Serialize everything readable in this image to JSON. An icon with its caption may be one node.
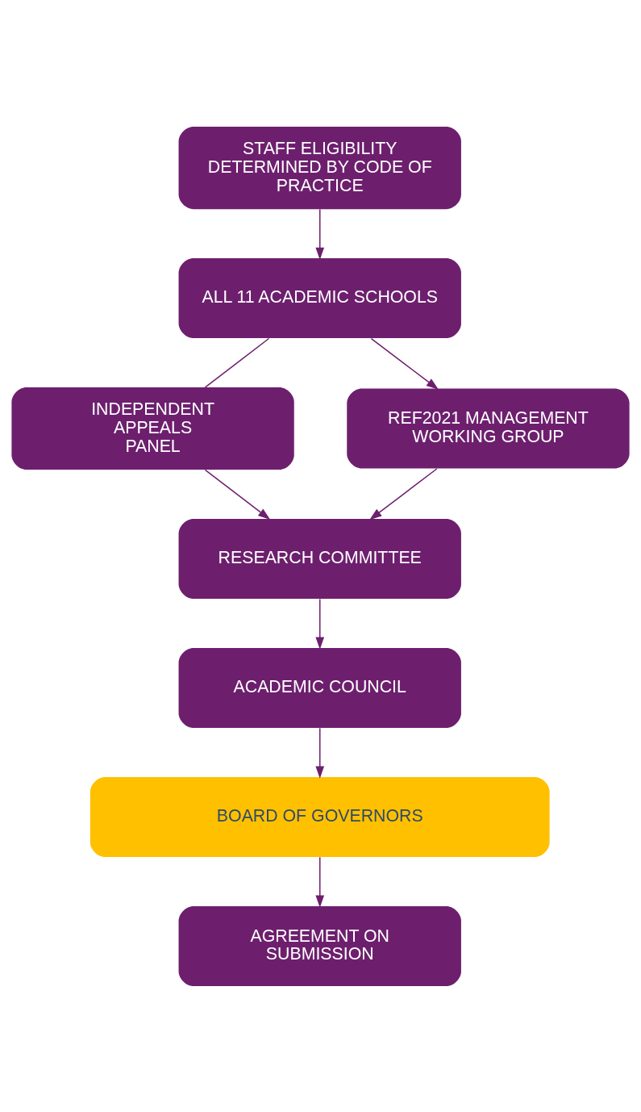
{
  "diagram": {
    "nodes": [
      {
        "text": [
          "STAFF ELIGIBILITY DETERMINED BY CODE OF PRACTICE"
        ]
      },
      {
        "text": [
          "ALL 11 ACADEMIC SCHOOLS"
        ]
      },
      {
        "text": [
          "INDEPENDENT APPEALS PANEL"
        ]
      },
      {
        "text": [
          "REF2021 MANAGEMENT WORKING GROUP"
        ]
      },
      {
        "text": [
          "RESEARCH COMMITTEE"
        ]
      },
      {
        "text": [
          "ACADEMIC COUNCIL"
        ]
      },
      {
        "text": [
          "BOARD OF GOVERNORS"
        ]
      },
      {
        "text": [
          "AGREEMENT ON SUBMISSION"
        ]
      }
    ],
    "edges": [
      {
        "from": 0,
        "to": 1,
        "arrow": "to"
      },
      {
        "from": 1,
        "to": 2,
        "arrow": "none"
      },
      {
        "from": 1,
        "to": 3,
        "arrow": "to"
      },
      {
        "from": 2,
        "to": 4,
        "arrow": "to"
      },
      {
        "from": 3,
        "to": 4,
        "arrow": "to"
      },
      {
        "from": 4,
        "to": 5,
        "arrow": "to"
      },
      {
        "from": 5,
        "to": 6,
        "arrow": "to"
      },
      {
        "from": 6,
        "to": 7,
        "arrow": "to"
      }
    ]
  }
}
